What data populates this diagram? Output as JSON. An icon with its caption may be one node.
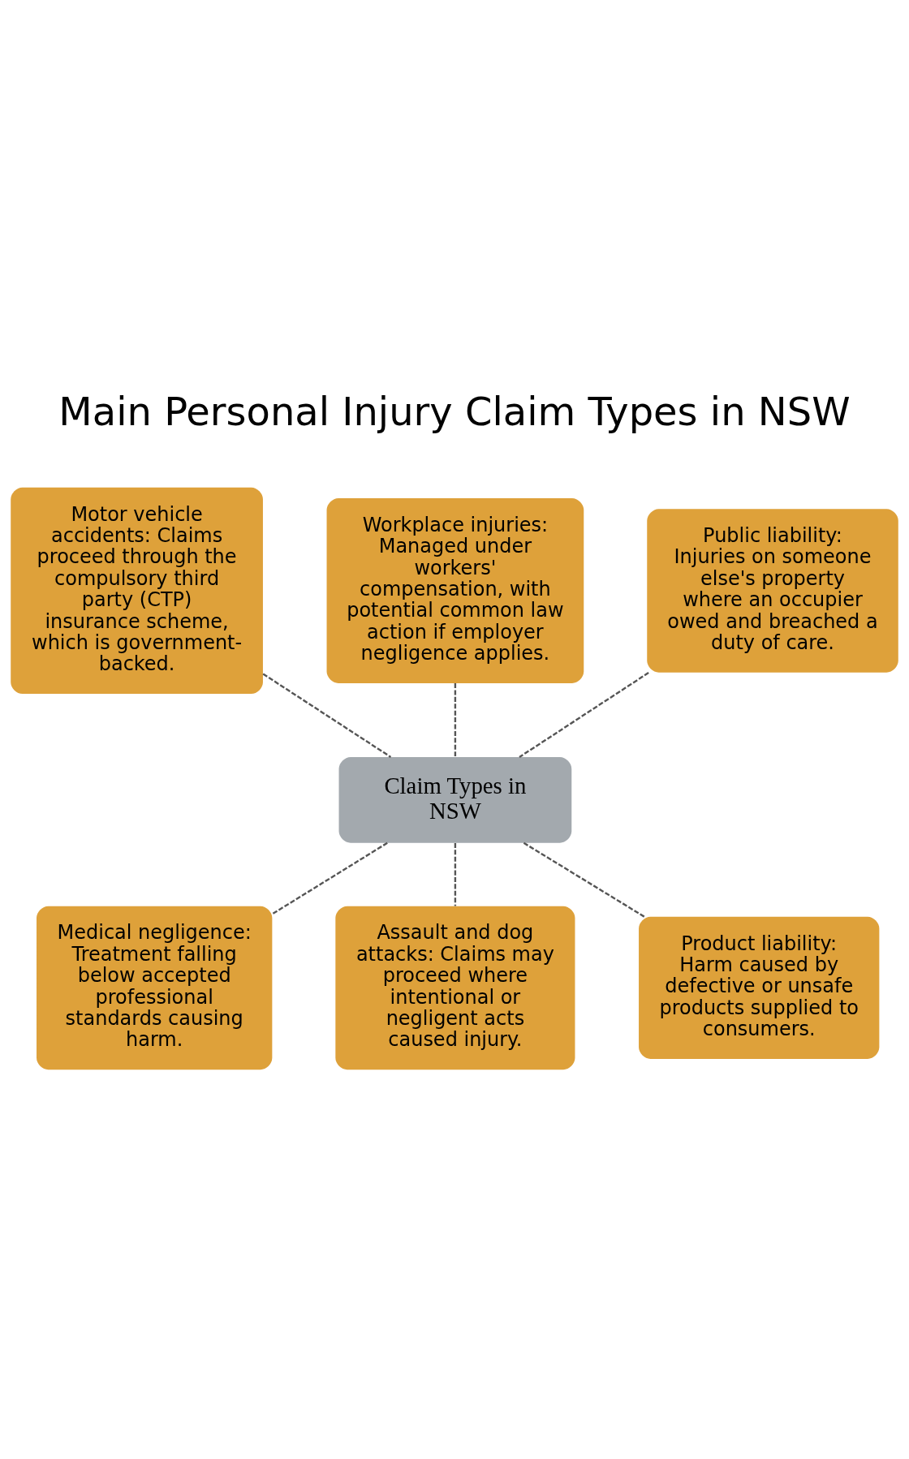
{
  "diagram": {
    "title": "Main Personal Injury Claim Types in NSW",
    "nodes": [
      {
        "text": [
          "Motor vehicle accidents: Claims proceed through the compulsory third party (CTP) insurance scheme, which is government-backed."
        ]
      },
      {
        "text": [
          "Workplace injuries: Managed under workers' compensation, with potential common law action if employer negligence applies."
        ]
      },
      {
        "text": [
          "Public liability: Injuries on someone else's property where an occupier owed and breached a duty of care."
        ]
      },
      {
        "text": [
          "Claim Types in NSW"
        ]
      },
      {
        "text": [
          "Medical negligence: Treatment falling below accepted professional standards causing harm."
        ]
      },
      {
        "text": [
          "Assault and dog attacks: Claims may proceed where intentional or negligent acts caused injury."
        ]
      },
      {
        "text": [
          "Product liability: Harm caused by defective or unsafe products supplied to consumers."
        ]
      }
    ],
    "edges": [
      {
        "from": 3,
        "to": 0,
        "arrow": "none",
        "style": "dashed"
      },
      {
        "from": 3,
        "to": 1,
        "arrow": "none",
        "style": "dashed"
      },
      {
        "from": 3,
        "to": 2,
        "arrow": "none",
        "style": "dashed"
      },
      {
        "from": 3,
        "to": 4,
        "arrow": "none",
        "style": "dashed"
      },
      {
        "from": 3,
        "to": 5,
        "arrow": "none",
        "style": "dashed"
      },
      {
        "from": 3,
        "to": 6,
        "arrow": "none",
        "style": "dashed"
      }
    ]
  }
}
